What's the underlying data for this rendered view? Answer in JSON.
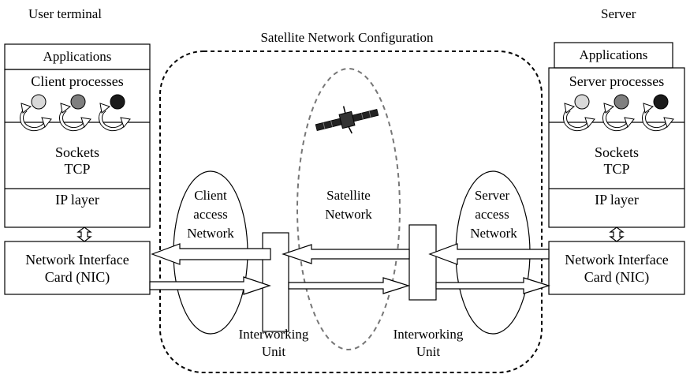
{
  "user_terminal": {
    "title": "User terminal",
    "applications": "Applications",
    "processes": "Client processes",
    "sockets": "Sockets",
    "tcp": "TCP",
    "ip": "IP layer",
    "nic_line1": "Network Interface",
    "nic_line2": "Card (NIC)"
  },
  "server": {
    "title": "Server",
    "applications": "Applications",
    "processes": "Server processes",
    "sockets": "Sockets",
    "tcp": "TCP",
    "ip": "IP layer",
    "nic_line1": "Network Interface",
    "nic_line2": "Card (NIC)"
  },
  "satellite_config": {
    "title": "Satellite Network Configuration",
    "client_access": [
      "Client",
      "access",
      "Network"
    ],
    "satellite_network": [
      "Satellite",
      "Network"
    ],
    "server_access": [
      "Server",
      "access",
      "Network"
    ],
    "interworking_left": [
      "Interworking",
      "Unit"
    ],
    "interworking_right": [
      "Interworking",
      "Unit"
    ]
  },
  "process_colors": [
    "#d9d9d9",
    "#7f7f7f",
    "#1a1a1a"
  ]
}
